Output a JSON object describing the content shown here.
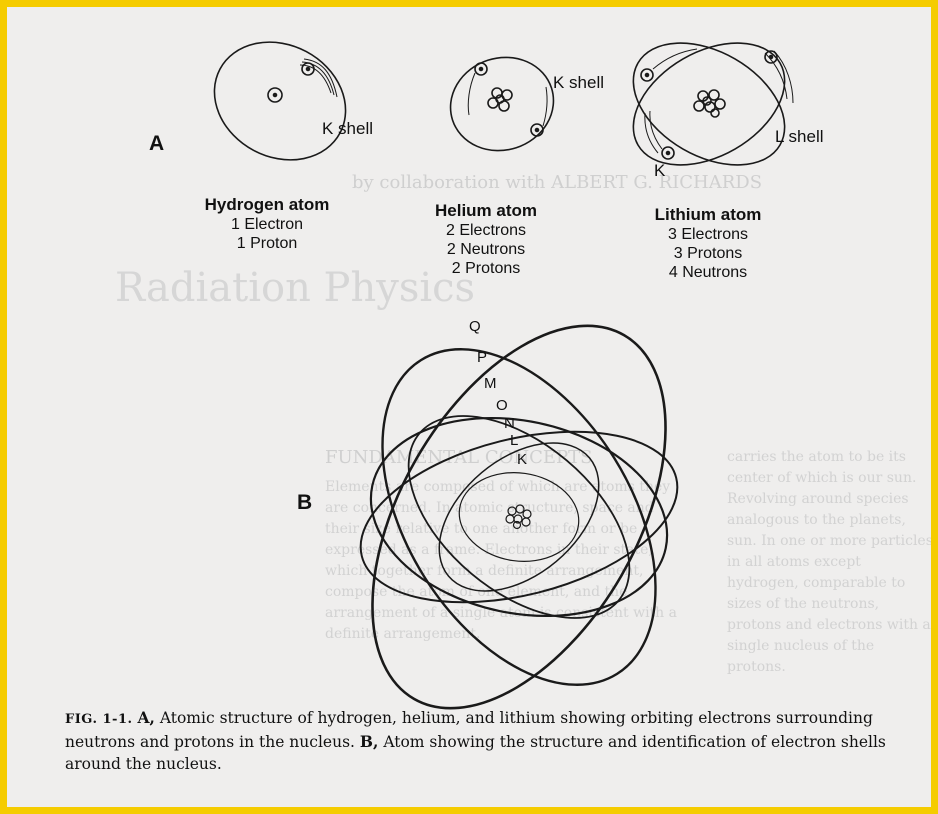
{
  "diagram": {
    "part_a_label": "A",
    "part_b_label": "B",
    "hydrogen": {
      "name": "Hydrogen atom",
      "lines": [
        "1 Electron",
        "1 Proton"
      ],
      "shell_label": "K shell"
    },
    "helium": {
      "name": "Helium atom",
      "lines": [
        "2 Electrons",
        "2 Neutrons",
        "2 Protons"
      ],
      "shell_label": "K shell"
    },
    "lithium": {
      "name": "Lithium atom",
      "lines": [
        "3 Electrons",
        "3 Protons",
        "4 Neutrons"
      ],
      "shell_label_l": "L shell",
      "shell_label_k": "K"
    },
    "shells_b": [
      "Q",
      "P",
      "M",
      "O",
      "N",
      "L",
      "K"
    ],
    "caption": {
      "fig": "FIG. 1-1.",
      "part_a": "A,",
      "text_a": "Atomic structure of hydrogen, helium, and lithium showing orbiting electrons surrounding neutrons and protons in the nucleus.",
      "part_b": "B,",
      "text_b": "Atom showing the structure and identification of electron shells around the nucleus."
    },
    "frame_color": "#f5cc00"
  }
}
